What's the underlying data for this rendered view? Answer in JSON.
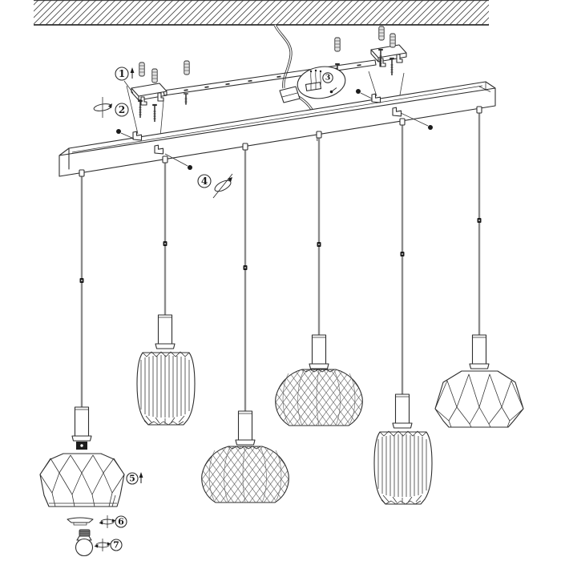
{
  "callouts": {
    "c1": "1",
    "c2": "2",
    "c3": "3",
    "c4": "4",
    "c5": "5",
    "c6": "6",
    "c7": "7"
  },
  "icons": {
    "c1_icon": "arrow-up",
    "c2_icon": "rotate-vertical-axis",
    "c4_icon": "rotate-diagonal-axis",
    "c5_icon": "arrow-up",
    "c6_icon": "rotate-vertical-axis",
    "c7_icon": "rotate-vertical-axis"
  },
  "colors": {
    "background": "#ffffff",
    "line": "#2e2e2e",
    "cord": "#8c8c8c",
    "dark_fill": "#1b1b1b",
    "hatch": "#4a4a4a",
    "lattice": "#6a6a6a"
  }
}
